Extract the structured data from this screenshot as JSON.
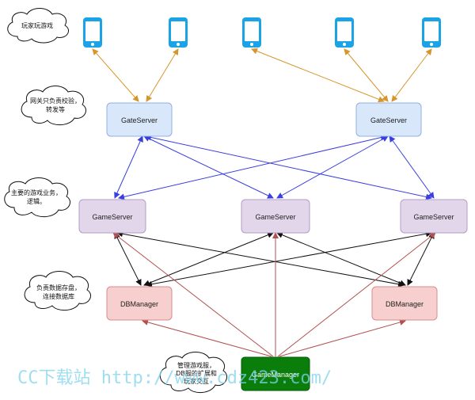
{
  "annotations": {
    "players": "玩家玩游戏",
    "gateway": [
      "网关只负责校验，",
      "转发等"
    ],
    "game_logic": [
      "主要的游戏业务，",
      "逻辑。"
    ],
    "db": [
      "负责数据存盘，",
      "连接数据库"
    ],
    "manager": [
      "管理游戏服，",
      "DB服的扩展和",
      "玩家交互"
    ]
  },
  "nodes": {
    "gate_left": "GateServer",
    "gate_right": "GateServer",
    "game_left": "GameServer",
    "game_center": "GameServer",
    "game_right": "GameServer",
    "db_left": "DBManager",
    "db_right": "DBManager",
    "manager": "GameManager"
  },
  "watermark": "CC下载站 http://www.cdz423.com/",
  "colors": {
    "phone": "#1aa3e6",
    "gate_fill": "#d9e7fb",
    "game_fill": "#e2d6ea",
    "db_fill": "#f8cfcf",
    "manager_fill": "#0a7d0a",
    "edge_orange": "#d7962a",
    "edge_blue": "#3a3fe0",
    "edge_black": "#111111",
    "edge_red": "#b25050"
  }
}
